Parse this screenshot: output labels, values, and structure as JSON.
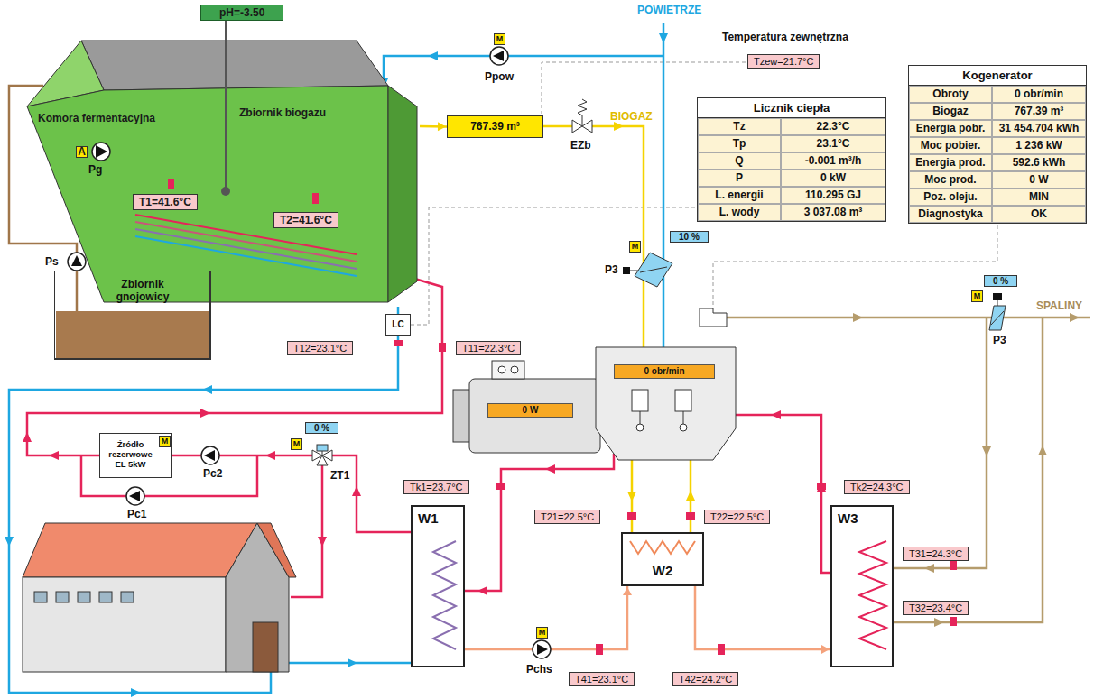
{
  "diagram": {
    "nodes": [
      {
        "text": [
          "Komora fermentacyjna",
          "Zbiornik biogazu"
        ]
      },
      {
        "text": [
          "pH=-3.50"
        ],
        "in": 0
      },
      {
        "text": [
          "A"
        ],
        "in": 0
      },
      {
        "text": [
          "T1=41.6°C"
        ],
        "in": 0
      },
      {
        "text": [
          "T2=41.6°C"
        ],
        "in": 0
      },
      {
        "text": [
          "M"
        ]
      },
      {
        "text": [
          "Temperatura zewnętrzna",
          "Tzew=21.7°C"
        ]
      },
      {
        "text": [
          "767.39 m³"
        ]
      },
      {
        "text": [
          "Licznik ciepła",
          "Tz",
          "22.3°C",
          "Tp",
          "23.1°C",
          "Q",
          "-0.001 m³/h",
          "P",
          "0 kW",
          "L. energii",
          "110.295 GJ",
          "L. wody",
          "3 037.08 m³"
        ]
      },
      {
        "text": [
          "Kogenerator",
          "Obroty",
          "0 obr/min",
          "Biogaz",
          "767.39 m³",
          "Energia pobr.",
          "31 454.704 kWh",
          "Moc pobier.",
          "1 236 kW",
          "Energia prod.",
          "592.6 kWh",
          "Moc prod.",
          "0 W",
          "Poz. oleju.",
          "MIN",
          "Diagnostyka",
          "OK"
        ]
      },
      {
        "text": [
          "10 %"
        ]
      },
      {
        "text": [
          "M"
        ]
      },
      {
        "text": [
          "0 %"
        ]
      },
      {
        "text": [
          "M"
        ]
      },
      {
        "text": [
          "Zbiornik gnojowicy"
        ]
      },
      {
        "text": [
          "LC"
        ]
      },
      {
        "text": [
          "T12=23.1°C"
        ]
      },
      {
        "text": [
          "T11=22.3°C"
        ]
      },
      {
        "text": [
          "0 %"
        ]
      },
      {
        "text": [
          "M"
        ]
      },
      {
        "text": [
          "Źródło rezerwowe EL 5kW"
        ]
      },
      {
        "text": [
          "M"
        ],
        "in": 20
      },
      {
        "text": [
          "0 obr/min"
        ]
      },
      {
        "text": [
          "0 W"
        ]
      },
      {
        "text": [
          "Tk1=23.7°C"
        ]
      },
      {
        "text": [
          "Tk2=24.3°C"
        ]
      },
      {
        "text": [
          "T21=22.5°C"
        ]
      },
      {
        "text": [
          "T22=22.5°C"
        ]
      },
      {
        "text": [
          "T31=24.3°C"
        ]
      },
      {
        "text": [
          "T32=23.4°C"
        ]
      },
      {
        "text": [
          "W1"
        ]
      },
      {
        "text": [
          "W2"
        ]
      },
      {
        "text": [
          "W3"
        ]
      },
      {
        "text": [
          "M"
        ]
      },
      {
        "text": [
          "T41=23.1°C"
        ]
      },
      {
        "text": [
          "T42=24.2°C"
        ]
      }
    ],
    "edges": [
      {
        "from": 0,
        "to": 7,
        "arrow": "to"
      },
      {
        "from": 0,
        "to": 15,
        "arrow": "none"
      },
      {
        "from": 15,
        "to": 8,
        "arrow": "none"
      },
      {
        "from": 30,
        "to": 31,
        "arrow": "to"
      },
      {
        "from": 31,
        "to": 32,
        "arrow": "to"
      }
    ],
    "labels": [
      "POWIETRZE",
      "BIOGAZ",
      "SPALINY",
      "Ppow",
      "EZb",
      "P3",
      "P3",
      "Pg",
      "Ps",
      "Pc2",
      "Pc1",
      "ZT1",
      "Pchs"
    ]
  }
}
